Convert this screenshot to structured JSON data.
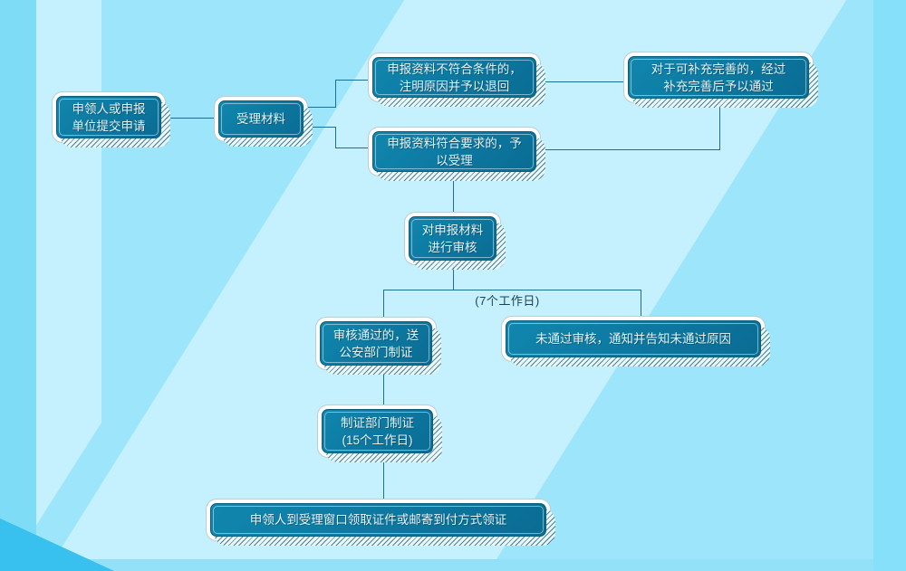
{
  "background": {
    "base_color": "#9ce5fb",
    "stripe_light_color": "#c5f0fe",
    "left_band_color": "#7edcf6",
    "right_band_color": "#87e0fa",
    "bottom_strip_color": "#93e1f9",
    "corner_triangle_color": "#38c0ee"
  },
  "palette": {
    "node_fill": "#0d7aa2",
    "node_frame": "#ffffff",
    "node_border": "#0a5c7c",
    "node_text": "#e8f2f6",
    "connector": "#1d6f93",
    "label_text": "#1d4256"
  },
  "flowchart": {
    "annotation": {
      "text": "(7个工作日)"
    },
    "nodes": [
      {
        "id": "submit",
        "lines": [
          "申领人或申报",
          "单位提交申请"
        ]
      },
      {
        "id": "accept",
        "lines": [
          "受理材料"
        ]
      },
      {
        "id": "return",
        "lines": [
          "申报资料不符合条件的，",
          "注明原因并予以退回"
        ]
      },
      {
        "id": "supplement",
        "lines": [
          "对于可补充完善的，经过",
          "补充完善后予以通过"
        ]
      },
      {
        "id": "qualified",
        "lines": [
          "申报资料符合要求的，予",
          "以受理"
        ]
      },
      {
        "id": "review",
        "lines": [
          "对申报材料",
          "进行审核"
        ]
      },
      {
        "id": "passed",
        "lines": [
          "审核通过的，送",
          "公安部门制证"
        ]
      },
      {
        "id": "failed",
        "lines": [
          "未通过审核，通知并告知未通过原因"
        ]
      },
      {
        "id": "produce",
        "lines": [
          "制证部门制证",
          "(15个工作日)"
        ]
      },
      {
        "id": "collect",
        "lines": [
          "申领人到受理窗口领取证件或邮寄到付方式领证"
        ]
      }
    ]
  }
}
